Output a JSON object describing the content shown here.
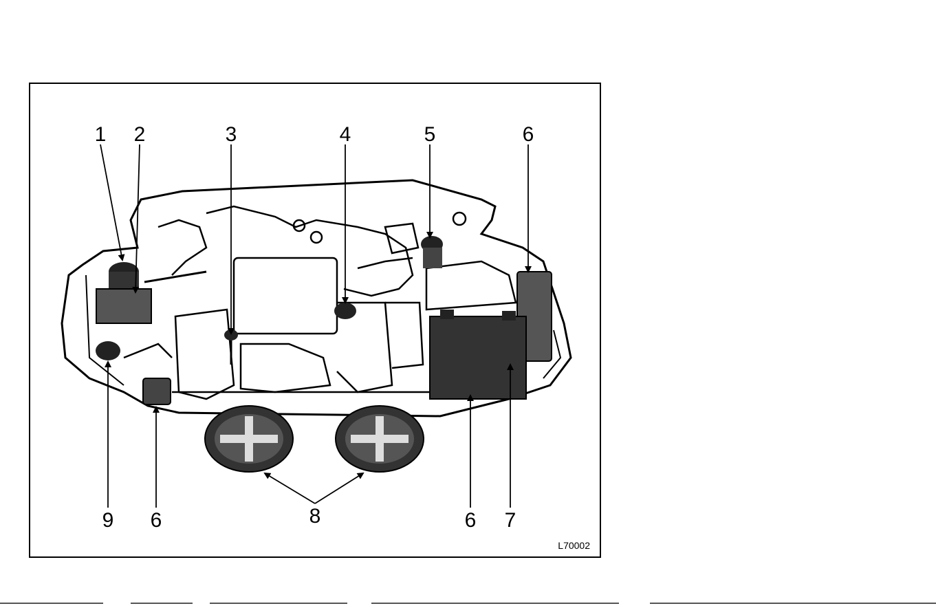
{
  "figure": {
    "code": "L70002",
    "labels": {
      "top": [
        "1",
        "2",
        "3",
        "4",
        "5",
        "6"
      ],
      "bottom": [
        "9",
        "6",
        "8",
        "6",
        "7"
      ]
    }
  }
}
